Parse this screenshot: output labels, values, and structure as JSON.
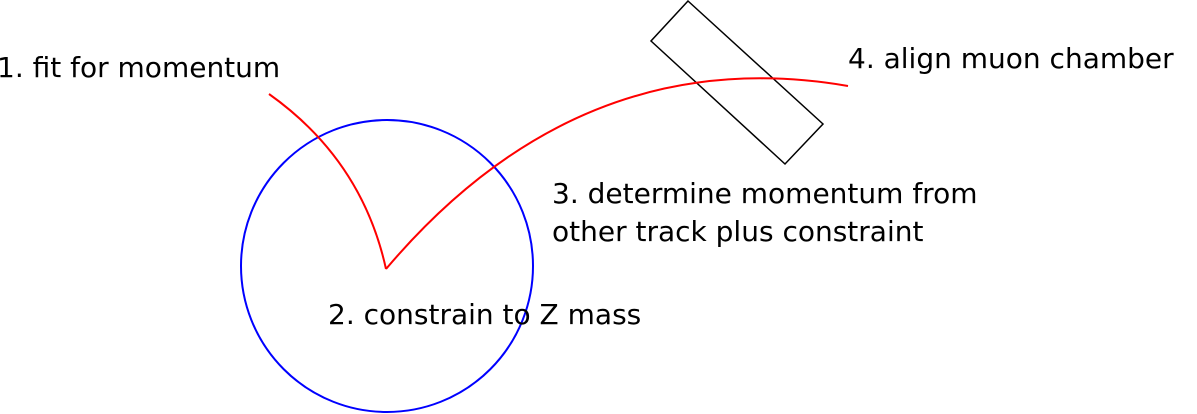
{
  "labels": {
    "step1": "1. fit for momentum",
    "step2": "2. constrain to Z mass",
    "step3_line1": "3. determine momentum from",
    "step3_line2": "other track plus constraint",
    "step4": "4. align muon chamber"
  },
  "colors": {
    "track": "#ff0000",
    "circle": "#0000ff",
    "chamber": "#000000",
    "text": "#000000"
  }
}
